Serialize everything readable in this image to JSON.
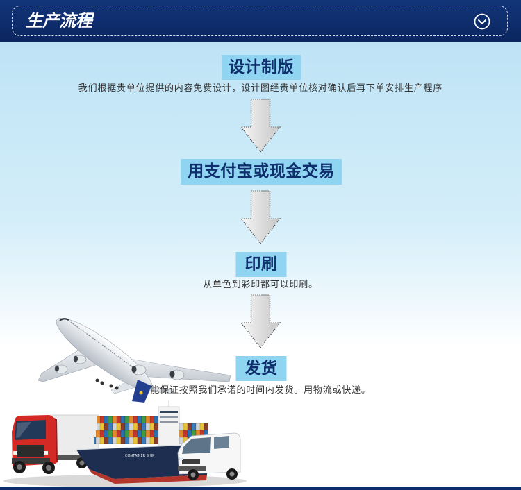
{
  "header": {
    "title": "生产流程",
    "toggle_icon": "chevron-down-circle-icon"
  },
  "steps": [
    {
      "title": "设计制版",
      "desc": "我们根据贵单位提供的内容免费设计，设计图经贵单位核对确认后再下单安排生产程序"
    },
    {
      "title": "用支付宝或现金交易"
    },
    {
      "title": "印刷",
      "desc": "从单色到彩印都可以印刷。"
    },
    {
      "title": "发货",
      "desc": "能保证按照我们承诺的时间内发货。用物流或快递。"
    }
  ],
  "illustration": {
    "ship_hull_text": "CONTAINER SHIP",
    "icons": [
      "airplane-icon",
      "truck-icon",
      "container-ship-icon",
      "van-icon"
    ]
  },
  "colors": {
    "header_bg": "#0d2c6c",
    "step_box_bg": "#8fd4f0",
    "step_title": "#0e2e6c",
    "desc_text": "#333333",
    "page_gradient_top": "#bee3f6"
  }
}
